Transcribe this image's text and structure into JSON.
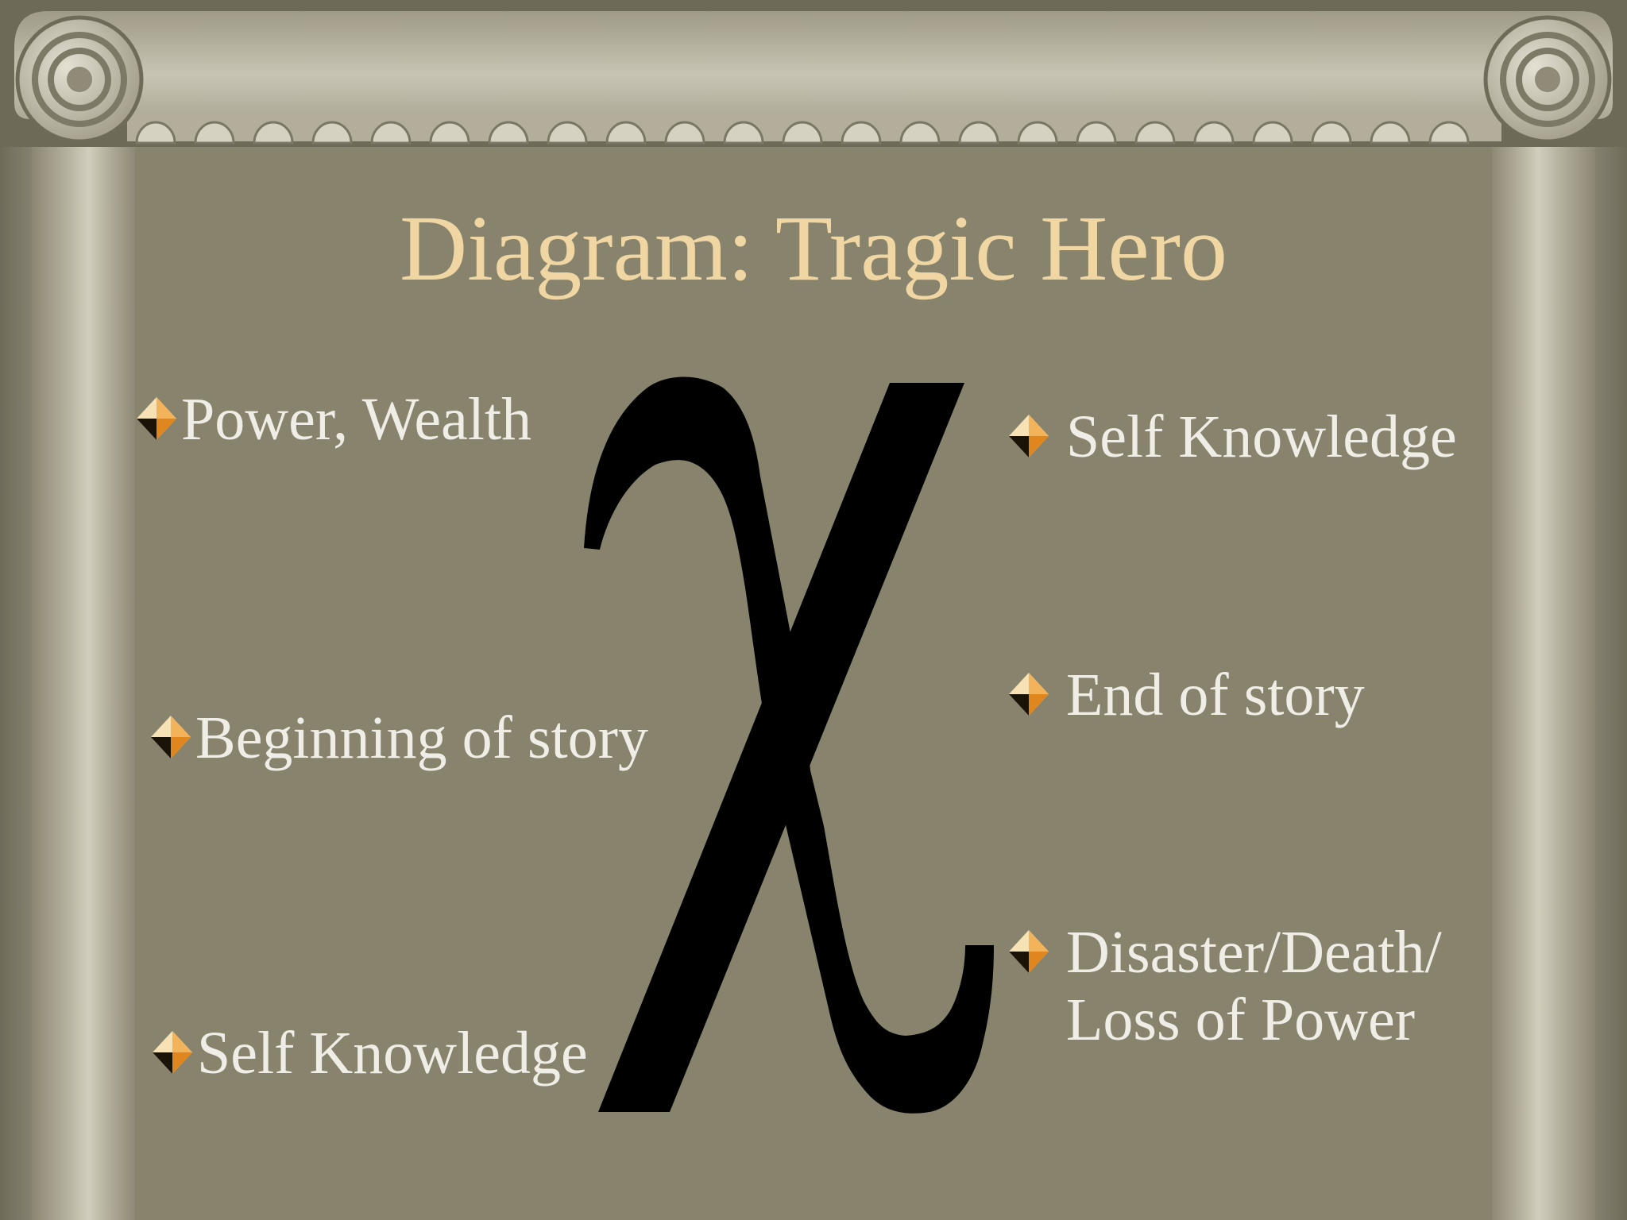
{
  "slide": {
    "title": "Diagram: Tragic Hero",
    "symbol": "chi",
    "left_items": [
      {
        "text": "Power, Wealth"
      },
      {
        "text": "Beginning of story"
      },
      {
        "text": "Self Knowledge"
      }
    ],
    "right_items": [
      {
        "text": "Self Knowledge"
      },
      {
        "text": "End of story"
      },
      {
        "text": "Disaster/Death/",
        "text2": "Loss of Power"
      }
    ]
  },
  "colors": {
    "background": "#88836c",
    "title": "#efd6a3",
    "body_text": "#f0ede6",
    "symbol": "#000000",
    "bullet_accent": "#e89a32"
  }
}
